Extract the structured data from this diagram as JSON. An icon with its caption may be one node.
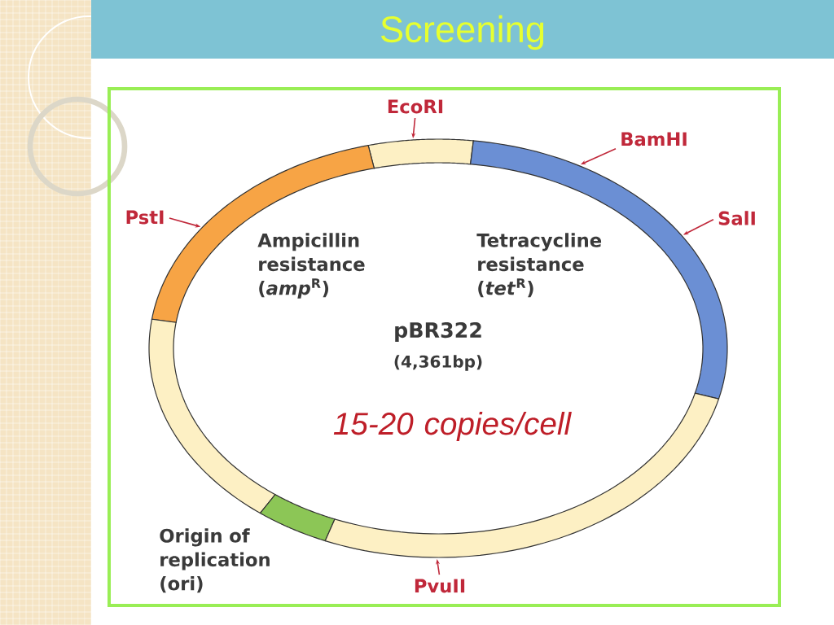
{
  "diagram": {
    "title": "Screening",
    "nodes": [
      {
        "text": [
          "EcoRI"
        ]
      },
      {
        "text": [
          "BamHI"
        ]
      },
      {
        "text": [
          "PstI"
        ]
      },
      {
        "text": [
          "SalI"
        ]
      },
      {
        "text": [
          "PvuII"
        ]
      },
      {
        "text": [],
        "shape": "arc"
      },
      {
        "text": [],
        "shape": "arc"
      },
      {
        "text": [],
        "shape": "arc"
      },
      {
        "text": [],
        "shape": "arc"
      },
      {
        "text": [],
        "shape": "arc"
      },
      {
        "text": [],
        "shape": "arc"
      }
    ],
    "edges": [
      {
        "from": 0,
        "to": 5,
        "arrow": "to"
      },
      {
        "from": 1,
        "to": 7,
        "arrow": "to"
      },
      {
        "from": 2,
        "to": 6,
        "arrow": "to"
      },
      {
        "from": 3,
        "to": 7,
        "arrow": "to"
      },
      {
        "from": 4,
        "to": 10,
        "arrow": "to"
      }
    ],
    "labels": [
      "Ampicillin resistance (*amp*$^{R}$)",
      "Tetracycline resistance (*tet*$^{R}$)",
      "pBR322",
      "(4,361bp)",
      "15-20 copies/cell",
      "Origin of replication (ori)"
    ]
  }
}
